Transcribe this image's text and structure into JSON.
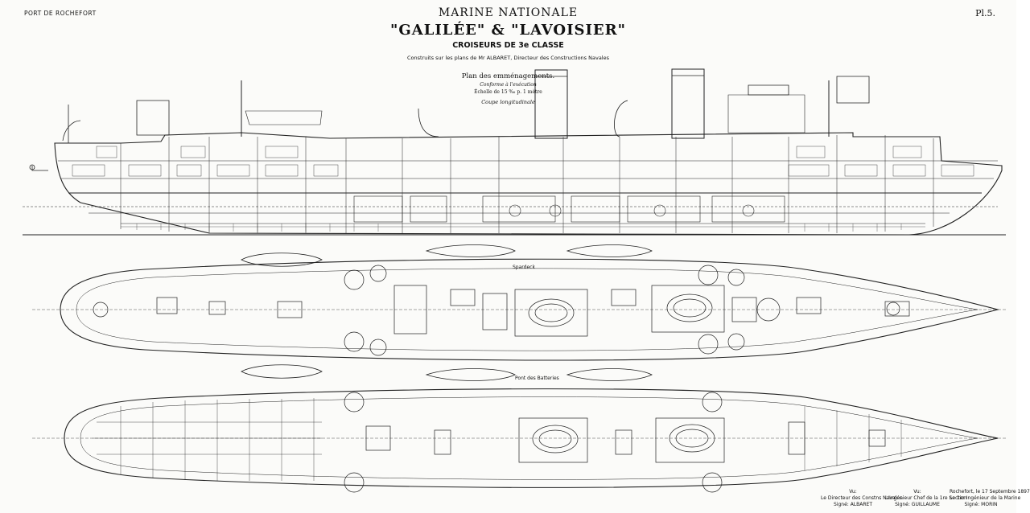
{
  "header": {
    "port": "PORT DE ROCHEFORT",
    "plate": "Pl.5.",
    "agency": "MARINE NATIONALE",
    "ships": "\"GALILÉE\" & \"LAVOISIER\"",
    "class": "CROISEURS DE 3e CLASSE",
    "builder": "Construits sur les plans de Mr ALBARET, Directeur des Constructions Navales"
  },
  "plan": {
    "title": "Plan des emménagements.",
    "note": "Conforme à l'exécution",
    "scale": "Échelle de 15 ‰ p. 1 mètre",
    "view": "Coupe longitudinale"
  },
  "labels": {
    "spardeck": "Spardeck",
    "pont_batteries": "Pont des Batteries"
  },
  "signatures": {
    "col1_label": "Vu:",
    "col1_title": "Le Directeur des Constns Navales",
    "col1_name": "Signé: ALBARET",
    "col2_label": "Vu:",
    "col2_title": "L'Ingénieur Chef de la 1re Section",
    "col2_name": "Signé: GUILLAUME",
    "col3_date": "Rochefort, le 17 Septembre 1897",
    "col3_title": "Le 1er Ingénieur de la Marine",
    "col3_name": "Signé: MORIN"
  }
}
